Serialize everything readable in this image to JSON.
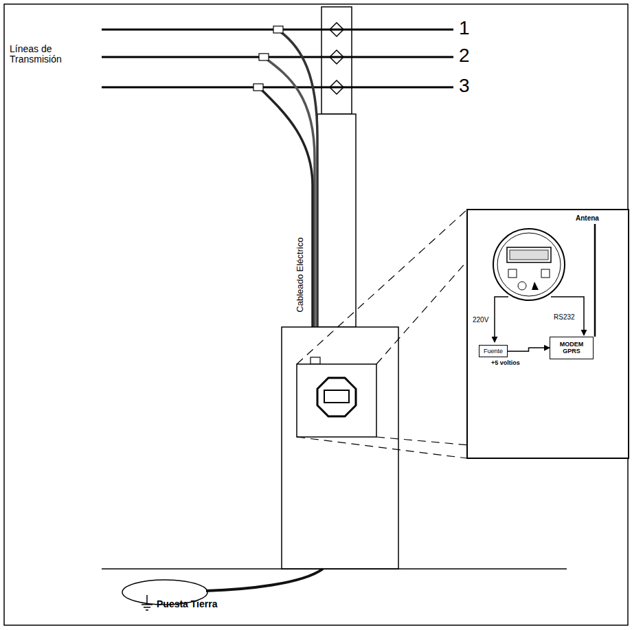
{
  "diagram": {
    "nodes": [
      {
        "text": [
          "Fuente"
        ]
      },
      {
        "text": [
          "MODEM GPRS"
        ]
      }
    ],
    "edges": [
      {
        "from": 0,
        "to": 1,
        "arrow": "to",
        "label": "+5 voltios"
      }
    ],
    "labels": [
      "Líneas de Transmisión",
      "1",
      "2",
      "3",
      "Cableado Eléctrico",
      "Antena",
      "220V",
      "RS232",
      "Puesta Tierra"
    ]
  }
}
